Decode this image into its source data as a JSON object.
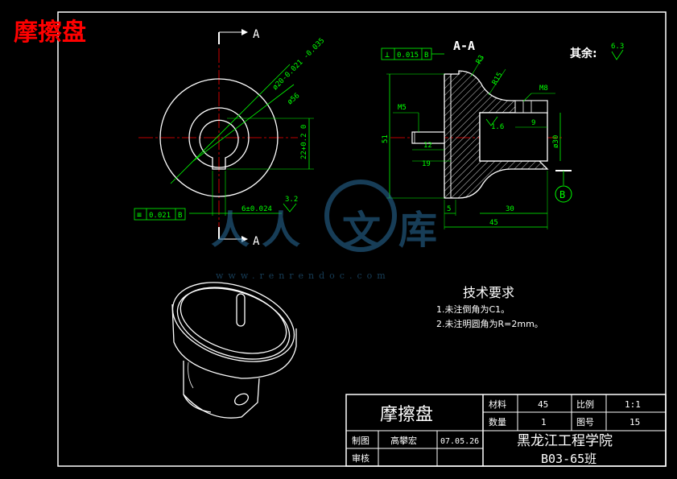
{
  "corner_title": "摩擦盘",
  "section_labels": {
    "a_top": "A",
    "a_bottom": "A",
    "section_view": "A-A"
  },
  "surface_roughness_general": {
    "label": "其余:",
    "value": "6.3"
  },
  "front_view": {
    "dia_inner": "ø20-0.021 -0.035",
    "dia_outer": "ø56",
    "keyway_depth": "22+0.2 0",
    "keyway_width": "6±0.024",
    "roughness": "3.2",
    "symmetry_tolerance": {
      "symbol": "≡",
      "value": "0.021",
      "datum": "B"
    }
  },
  "section_view": {
    "perpendicularity": {
      "symbol": "⊥",
      "value": "0.015",
      "datum": "B"
    },
    "r3": "R3",
    "r15": "R15",
    "m8": "M8",
    "m5": "M5",
    "h51": "51",
    "d30": "ø30",
    "d9": "9",
    "d12": "12",
    "d19": "19",
    "d5": "5",
    "d30b": "30",
    "d45": "45",
    "roughness_16": "1.6",
    "datum_b": "B"
  },
  "watermark": {
    "chars": [
      "人",
      "人",
      "文",
      "库"
    ],
    "url": "www.renrendoc.com"
  },
  "tech_req": {
    "title": "技术要求",
    "items": [
      "1.未注倒角为C1。",
      "2.未注明圆角为R=2mm。"
    ]
  },
  "title_block": {
    "part_name": "摩擦盘",
    "material_label": "材料",
    "material_value": "45",
    "scale_label": "比例",
    "scale_value": "1:1",
    "qty_label": "数量",
    "qty_value": "1",
    "drawing_no_label": "图号",
    "drawing_no_value": "15",
    "drawn_label": "制图",
    "drawn_by": "高攀宏",
    "drawn_date": "07.05.26",
    "checked_label": "审核",
    "school": "黑龙江工程学院",
    "class": "B03-65班"
  }
}
